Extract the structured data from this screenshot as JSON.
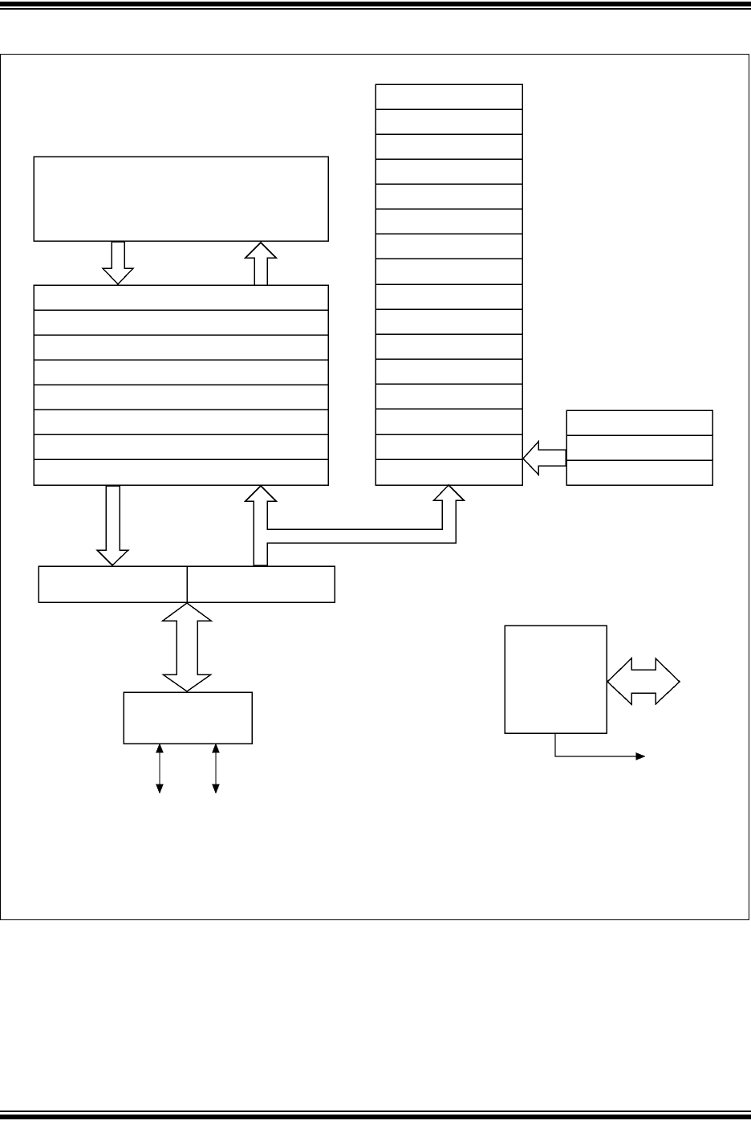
{
  "page": {
    "background": "#ffffff",
    "line_color": "#000000"
  },
  "blocks": [
    {
      "id": "upper-left-block",
      "rows": 1
    },
    {
      "id": "left-register-stack",
      "rows": 8
    },
    {
      "id": "center-register-stack",
      "rows": 16
    },
    {
      "id": "right-register-stack",
      "rows": 3
    },
    {
      "id": "split-register-block",
      "cells": 2
    },
    {
      "id": "lower-left-block",
      "rows": 1
    },
    {
      "id": "lower-right-block",
      "rows": 1
    }
  ]
}
